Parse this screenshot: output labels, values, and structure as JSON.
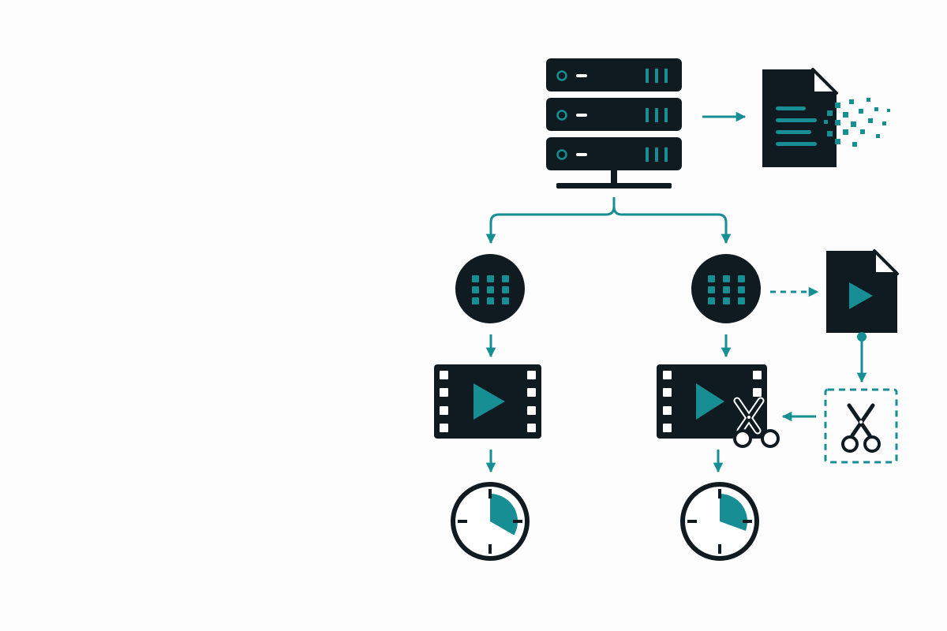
{
  "colors": {
    "dark": "#101b21",
    "teal": "#168e93",
    "white": "#ffffff",
    "background": "#fdfdfd"
  },
  "nodes": [
    {
      "id": "server",
      "icon": "server-rack-icon"
    },
    {
      "id": "document",
      "icon": "document-pixelate-icon"
    },
    {
      "id": "encoder-left",
      "icon": "grid-circle-icon"
    },
    {
      "id": "encoder-right",
      "icon": "grid-circle-icon"
    },
    {
      "id": "video-file",
      "icon": "video-file-icon"
    },
    {
      "id": "filmstrip-left",
      "icon": "filmstrip-play-icon"
    },
    {
      "id": "filmstrip-right",
      "icon": "filmstrip-scissors-icon"
    },
    {
      "id": "scissors-box",
      "icon": "scissors-dashed-box-icon"
    },
    {
      "id": "timer-left",
      "icon": "timer-icon"
    },
    {
      "id": "timer-right",
      "icon": "timer-icon"
    }
  ],
  "edges": [
    {
      "from": "server",
      "to": "document",
      "style": "solid"
    },
    {
      "from": "server",
      "to": "encoder-left",
      "style": "solid"
    },
    {
      "from": "server",
      "to": "encoder-right",
      "style": "solid"
    },
    {
      "from": "encoder-right",
      "to": "video-file",
      "style": "dashed"
    },
    {
      "from": "encoder-left",
      "to": "filmstrip-left",
      "style": "solid"
    },
    {
      "from": "encoder-right",
      "to": "filmstrip-right",
      "style": "solid"
    },
    {
      "from": "video-file",
      "to": "scissors-box",
      "style": "solid"
    },
    {
      "from": "scissors-box",
      "to": "filmstrip-right",
      "style": "solid"
    },
    {
      "from": "filmstrip-left",
      "to": "timer-left",
      "style": "solid"
    },
    {
      "from": "filmstrip-right",
      "to": "timer-right",
      "style": "solid"
    }
  ]
}
